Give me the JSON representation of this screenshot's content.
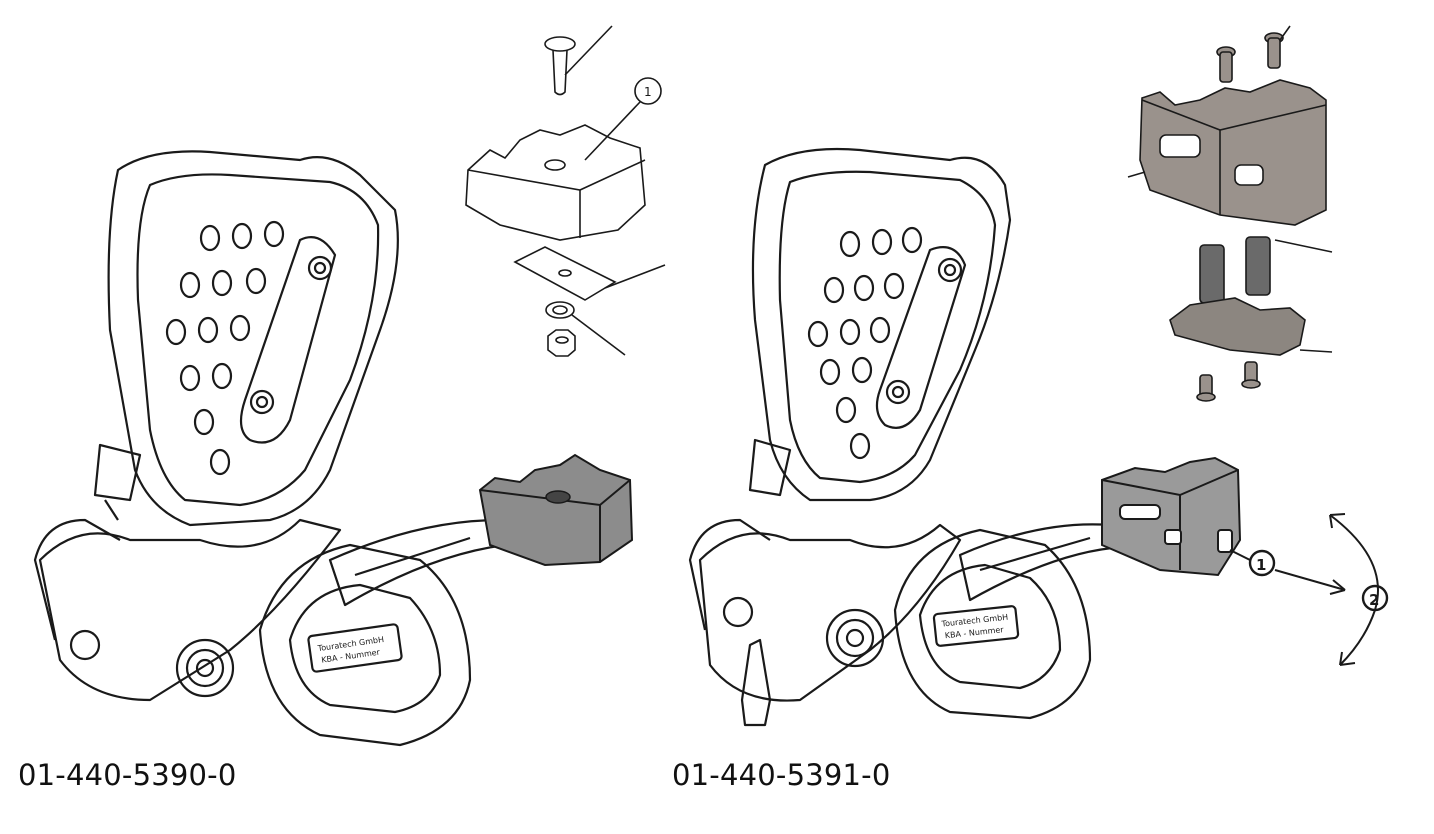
{
  "labels": {
    "left_part_number": "01-440-5390-0",
    "right_part_number": "01-440-5391-0"
  },
  "callouts": {
    "left_exploded_item": "1",
    "right_arrow_item_1": "1",
    "right_arrow_item_2": "2"
  },
  "peg_plate_text": {
    "line1": "Touratech GmbH",
    "line2": "KBA - Nummer"
  },
  "colors": {
    "line": "#1a1a1a",
    "steel_grey": "#8c8c8c",
    "dark_steel": "#6a6a6a",
    "warm_steel": "#9a928c"
  },
  "icons": [
    "screw-icon",
    "nut-icon",
    "washer-icon",
    "spacer-icon"
  ]
}
